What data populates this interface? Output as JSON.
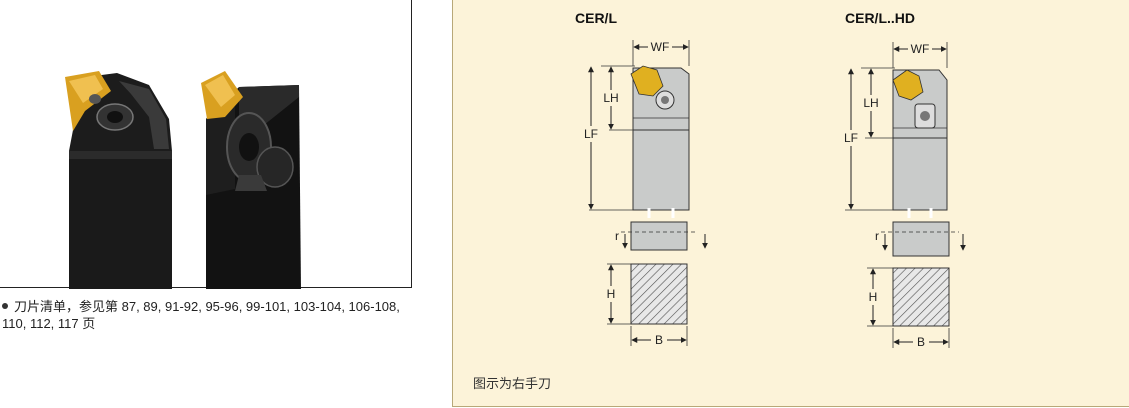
{
  "left": {
    "note": "刀片清单，参见第 87, 89, 91-92, 95-96, 99-101, 103-104, 106-108, 110, 112, 117 页"
  },
  "right": {
    "models": [
      "CER/L",
      "CER/L..HD"
    ],
    "dim_labels": {
      "wf": "WF",
      "lh": "LH",
      "lf": "LF",
      "r": "r",
      "h": "H",
      "b": "B"
    },
    "caption": "图示为右手刀"
  },
  "colors": {
    "insert_gold": "#d9a020",
    "holder_black": "#151515",
    "drawing_bg": "#fcf3d9",
    "shank_gray": "#c9cbca"
  }
}
